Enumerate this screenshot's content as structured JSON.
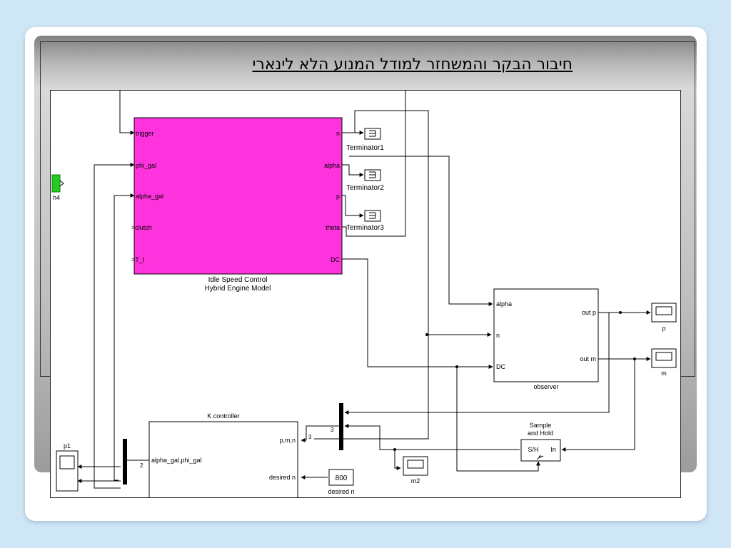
{
  "title": "חיבור הבקר והמשחזר למודל המנוע הלא לינארי",
  "diagram": {
    "engine_block": {
      "color": "#ff33dd",
      "caption_line1": "Idle Speed Control",
      "caption_line2": "Hybrid Engine Model",
      "inputs": [
        "trigger",
        "phi_gal",
        "alpha_gal",
        "clutch",
        "T_l"
      ],
      "outputs": [
        "n",
        "alpha",
        "p",
        "theta",
        "DC"
      ]
    },
    "terminators": [
      "Terminator1",
      "Terminator2",
      "Terminator3"
    ],
    "source_block": {
      "label": "h4",
      "color": "#22cc22"
    },
    "observer": {
      "caption": "observer",
      "inputs": [
        "alpha",
        "n",
        "DC"
      ],
      "outputs": [
        "out p",
        "out m"
      ]
    },
    "scopes": {
      "p": "p",
      "m": "m",
      "m2": "m2",
      "p1": "p1"
    },
    "k_controller": {
      "caption": "K controller",
      "inputs": [
        "p,m,n",
        "desired n"
      ],
      "outputs": [
        "alpha_gal,phi_gal"
      ]
    },
    "constant": {
      "value": "800",
      "caption": "desired n"
    },
    "sample_hold": {
      "caption_line1": "Sample",
      "caption_line2": "and Hold",
      "left": "S/H",
      "right": "In"
    },
    "mux_right_count": "3",
    "mux_left_count": "2"
  }
}
